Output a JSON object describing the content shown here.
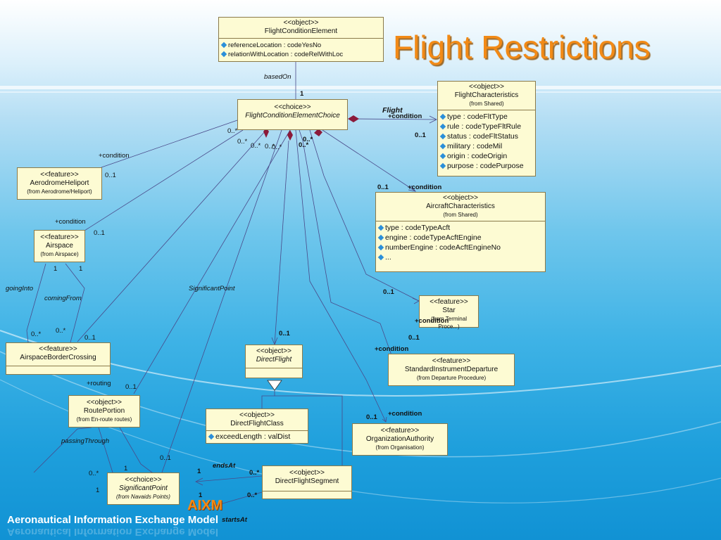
{
  "title": "Flight Restrictions",
  "footer": "Aeronautical Information Exchange Model",
  "logo": "AIXM",
  "colors": {
    "title": "#f28a16",
    "box_fill": "#fdfbd3",
    "box_border": "#8a7a4a",
    "attr_icon": "#2b8fd9",
    "aggregation": "#8b1a3a"
  },
  "boxes": {
    "fce": {
      "stereotype": "<<object>>",
      "name": "FlightConditionElement",
      "attrs": [
        "referenceLocation : codeYesNo",
        "relationWithLocation : codeRelWithLoc"
      ]
    },
    "fcec": {
      "stereotype": "<<choice>>",
      "name": "FlightConditionElementChoice"
    },
    "fc": {
      "stereotype": "<<object>>",
      "name": "FlightCharacteristics",
      "from": "(from Shared)",
      "attrs": [
        "type : codeFltType",
        "rule : codeTypeFltRule",
        "status : codeFltStatus",
        "military : codeMil",
        "origin : codeOrigin",
        "purpose : codePurpose"
      ]
    },
    "ac": {
      "stereotype": "<<object>>",
      "name": "AircraftCharacteristics",
      "from": "(from Shared)",
      "attrs": [
        "type : codeTypeAcft",
        "engine : codeTypeAcftEngine",
        "numberEngine : codeAcftEngineNo",
        "..."
      ]
    },
    "ah": {
      "stereotype": "<<feature>>",
      "name": "AerodromeHeliport",
      "from": "(from Aerodrome/Heliport)"
    },
    "as": {
      "stereotype": "<<feature>>",
      "name": "Airspace",
      "from": "(from Airspace)"
    },
    "abc": {
      "stereotype": "<<feature>>",
      "name": "AirspaceBorderCrossing"
    },
    "star": {
      "stereotype": "<<feature>>",
      "name": "Star",
      "from": "(from Terminal Proce...)"
    },
    "df": {
      "stereotype": "<<object>>",
      "name": "DirectFlight"
    },
    "sid": {
      "stereotype": "<<feature>>",
      "name": "StandardInstrumentDeparture",
      "from": "(from Departure Procedure)"
    },
    "dfc": {
      "stereotype": "<<object>>",
      "name": "DirectFlightClass",
      "attrs": [
        "exceedLength : valDist"
      ]
    },
    "oa": {
      "stereotype": "<<feature>>",
      "name": "OrganizationAuthority",
      "from": "(from Organisation)"
    },
    "rp": {
      "stereotype": "<<object>>",
      "name": "RoutePortion",
      "from": "(from En-route routes)"
    },
    "sp": {
      "stereotype": "<<choice>>",
      "name": "SignificantPoint",
      "from": "(from Navaids Points)"
    },
    "dfs": {
      "stereotype": "<<object>>",
      "name": "DirectFlightSegment"
    }
  },
  "labels": {
    "basedOn": "basedOn",
    "one_top": "1",
    "flight": "Flight",
    "cond_fc": "+condition",
    "m_fc": "0..1",
    "zs1": "0..*",
    "zs2": "0..*",
    "zs3": "0..*",
    "zs4": "0..*",
    "zs5": "0..*",
    "zs6": "0..*",
    "zs7": "0..*",
    "cond_ah": "+condition",
    "m_ah": "0..1",
    "cond_as": "+condition",
    "m_as": "0..1",
    "one_as1": "1",
    "one_as2": "1",
    "goingInto": "goingInto",
    "comingFrom": "comingFrom",
    "zs_gi": "0..*",
    "zs_cf": "0..*",
    "m_abc": "0..1",
    "sigpt": "SignificantPoint",
    "m_ac": "0..1",
    "cond_ac": "+condition",
    "m_star": "0..1",
    "cond_star": "+condition",
    "m_df": "0..1",
    "m_sid": "0..1",
    "cond_sid": "+condition",
    "m_oa": "0..1",
    "cond_oa": "+condition",
    "routing": "+routing",
    "m_rp": "0..1",
    "passingThrough": "passingThrough",
    "zs_sp": "0..*",
    "one_sp1": "1",
    "one_sp2": "1",
    "m_sp": "0..1",
    "endsAt": "endsAt",
    "one_ends": "1",
    "zs_ends": "0..*",
    "one_starts": "1",
    "zs_starts": "0..*",
    "startsAt": "startsAt"
  }
}
